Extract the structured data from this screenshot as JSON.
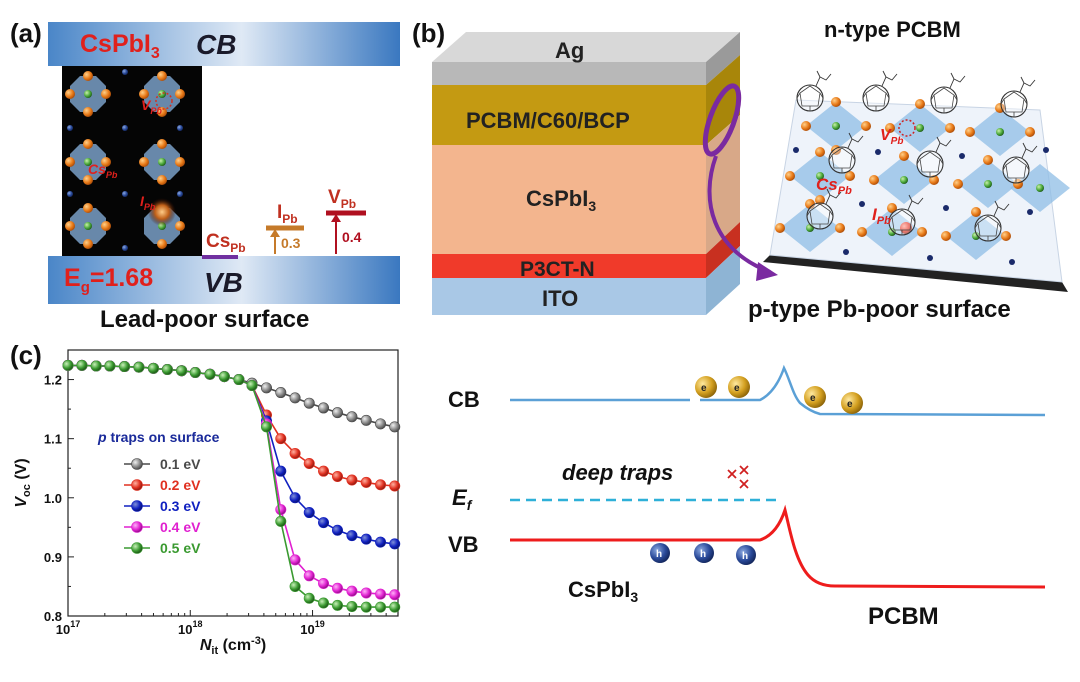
{
  "panel_a": {
    "panel_label": "(a)",
    "material": "CsPbI",
    "material_sub": "3",
    "cb_label": "CB",
    "vb_label": "VB",
    "eg_prefix": "E",
    "eg_sub": "g",
    "eg_value": "=1.68",
    "caption": "Lead-poor surface",
    "crystal_v_label": "V",
    "crystal_v_sub": "Pb",
    "crystal_cs_label": "Cs",
    "crystal_cs_sub": "Pb",
    "crystal_i_label": "I",
    "crystal_i_sub": "Pb",
    "levels": [
      {
        "name": "Cs",
        "sub": "Pb",
        "value": "",
        "color": "#7030a0"
      },
      {
        "name": "I",
        "sub": "Pb",
        "value": "0.3",
        "color": "#c57a2a"
      },
      {
        "name": "V",
        "sub": "Pb",
        "value": "0.4",
        "color": "#b01020"
      }
    ]
  },
  "panel_b": {
    "panel_label": "(b)",
    "layers": [
      "Ag",
      "PCBM/C60/BCP",
      "CsPbI",
      "P3CT-N",
      "ITO"
    ],
    "cspbi_sub": "3",
    "top_label": "n-type PCBM",
    "bottom_label": "p-type Pb-poor surface",
    "v_label": "V",
    "v_sub": "Pb",
    "cs_label": "Cs",
    "cs_sub": "Pb",
    "i_label": "I",
    "i_sub": "Pb"
  },
  "panel_c": {
    "panel_label": "(c)",
    "chart_data": {
      "type": "line",
      "xscale": "log",
      "xlim": [
        1e+17,
        5e+19
      ],
      "ylim": [
        0.8,
        1.25
      ],
      "x_tick_labels": [
        "10",
        "10",
        "10"
      ],
      "x_tick_exps": [
        "17",
        "18",
        "19"
      ],
      "y_ticks": [
        "0.8",
        "0.9",
        "1.0",
        "1.1",
        "1.2"
      ],
      "xlabel_main": "N",
      "xlabel_sub": "it",
      "xlabel_unit": " (cm",
      "xlabel_exp": "-3",
      "xlabel_close": ")",
      "ylabel_main": "V",
      "ylabel_sub": "oc",
      "ylabel_unit": " (V)",
      "legend_title_em": "p",
      "legend_title": " traps on surface",
      "x": [
        1e+17,
        1.3e+17,
        1.7e+17,
        2.2e+17,
        2.9e+17,
        3.8e+17,
        5e+17,
        6.5e+17,
        8.5e+17,
        1.1e+18,
        1.45e+18,
        1.9e+18,
        2.5e+18,
        3.2e+18,
        4.2e+18,
        5.5e+18,
        7.2e+18,
        9.4e+18,
        1.23e+19,
        1.6e+19,
        2.1e+19,
        2.75e+19,
        3.6e+19,
        4.7e+19
      ],
      "series": [
        {
          "name": "0.1 eV",
          "color": "#4a4a4a",
          "values": [
            1.224,
            1.224,
            1.223,
            1.223,
            1.222,
            1.221,
            1.219,
            1.217,
            1.215,
            1.212,
            1.209,
            1.205,
            1.2,
            1.194,
            1.186,
            1.178,
            1.169,
            1.16,
            1.152,
            1.144,
            1.137,
            1.131,
            1.125,
            1.12
          ]
        },
        {
          "name": "0.2 eV",
          "color": "#e03020",
          "values": [
            1.224,
            1.224,
            1.223,
            1.223,
            1.222,
            1.221,
            1.219,
            1.217,
            1.215,
            1.212,
            1.209,
            1.205,
            1.2,
            1.19,
            1.14,
            1.1,
            1.075,
            1.058,
            1.045,
            1.036,
            1.03,
            1.026,
            1.022,
            1.02
          ]
        },
        {
          "name": "0.3 eV",
          "color": "#1020c0",
          "values": [
            1.224,
            1.224,
            1.223,
            1.223,
            1.222,
            1.221,
            1.219,
            1.217,
            1.215,
            1.212,
            1.209,
            1.205,
            1.2,
            1.19,
            1.13,
            1.045,
            1.0,
            0.975,
            0.958,
            0.945,
            0.936,
            0.93,
            0.925,
            0.922
          ]
        },
        {
          "name": "0.4 eV",
          "color": "#e020d0",
          "values": [
            1.224,
            1.224,
            1.223,
            1.223,
            1.222,
            1.221,
            1.219,
            1.217,
            1.215,
            1.212,
            1.209,
            1.205,
            1.2,
            1.19,
            1.125,
            0.98,
            0.895,
            0.868,
            0.855,
            0.847,
            0.842,
            0.839,
            0.837,
            0.836
          ]
        },
        {
          "name": "0.5 eV",
          "color": "#3a9a30",
          "values": [
            1.224,
            1.224,
            1.223,
            1.223,
            1.222,
            1.221,
            1.219,
            1.217,
            1.215,
            1.212,
            1.209,
            1.205,
            1.2,
            1.19,
            1.12,
            0.96,
            0.85,
            0.83,
            0.822,
            0.818,
            0.816,
            0.815,
            0.815,
            0.815
          ]
        }
      ]
    }
  },
  "panel_d": {
    "cb_label": "CB",
    "vb_label": "VB",
    "ef_label": "E",
    "ef_sub": "f",
    "deep_traps": "deep traps",
    "left_material": "CsPbI",
    "left_sub": "3",
    "right_material": "PCBM",
    "electron_sign": "e",
    "hole_sign": "h",
    "cb_color": "#5ba0d6",
    "vb_color": "#ee1c1c",
    "ef_color": "#2eb0d8"
  }
}
